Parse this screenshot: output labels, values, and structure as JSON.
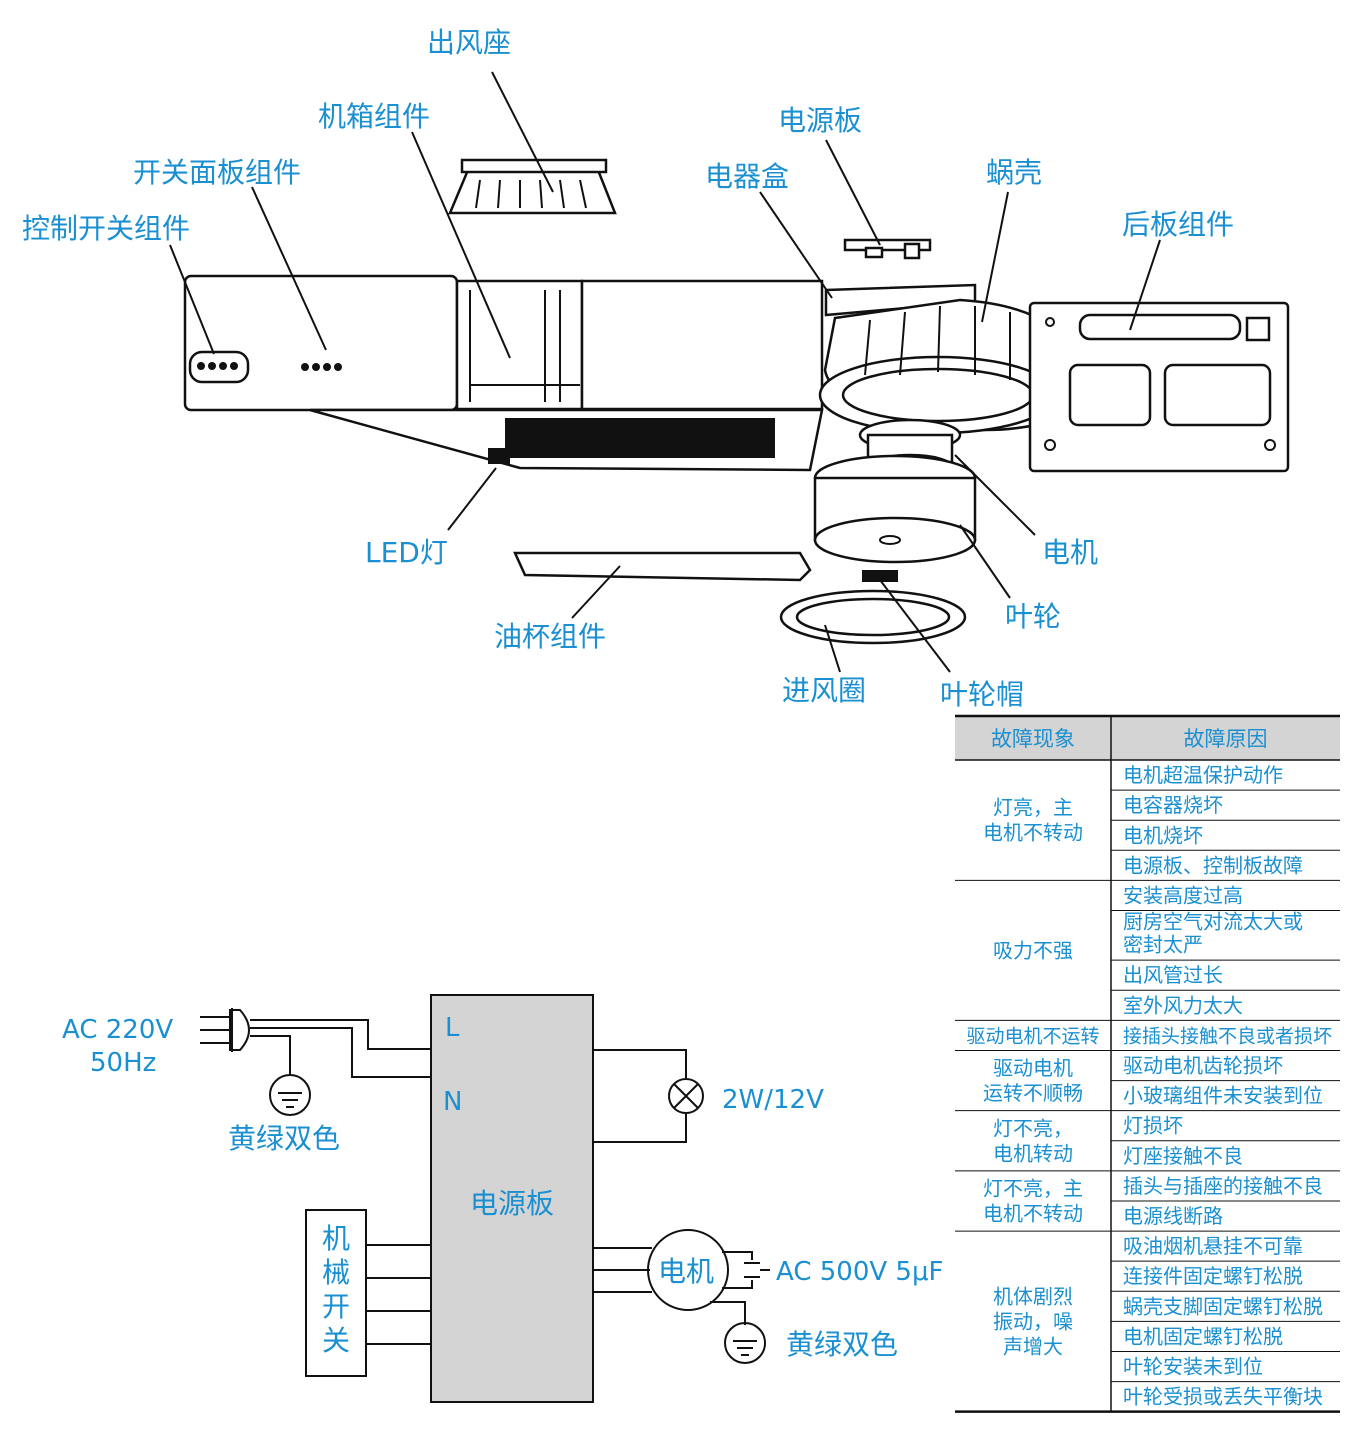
{
  "exploded_view": {
    "labels": {
      "outlet_seat": "出风座",
      "cabinet": "机箱组件",
      "switch_panel": "开关面板组件",
      "control_switch": "控制开关组件",
      "power_board": "电源板",
      "electrical_box": "电器盒",
      "volute": "蜗壳",
      "back_plate": "后板组件",
      "led_lamp": "LED灯",
      "oil_cup": "油杯组件",
      "motor": "电机",
      "impeller": "叶轮",
      "inlet_ring": "进风圈",
      "impeller_cap": "叶轮帽"
    }
  },
  "circuit": {
    "ac_source_line1": "AC 220V",
    "ac_source_line2": "50Hz",
    "terminal_l": "L",
    "terminal_n": "N",
    "ground_left": "黄绿双色",
    "lamp": "2W/12V",
    "power_board": "电源板",
    "mech_switch": [
      "机",
      "械",
      "开",
      "关"
    ],
    "motor": "电机",
    "capacitor": "AC 500V 5μF",
    "ground_right": "黄绿双色"
  },
  "fault_table": {
    "headers": [
      "故障现象",
      "故障原因"
    ],
    "groups": [
      {
        "symptom": [
          "灯亮，主",
          "电机不转动"
        ],
        "causes": [
          "电机超温保护动作",
          "电容器烧坏",
          "电机烧坏",
          "电源板、控制板故障"
        ]
      },
      {
        "symptom": [
          "吸力不强"
        ],
        "causes": [
          "安装高度过高",
          "厨房空气对流太大或\n密封太严",
          "出风管过长",
          "室外风力太大"
        ]
      },
      {
        "symptom": [
          "驱动电机不运转"
        ],
        "causes": [
          "接插头接触不良或者损坏"
        ]
      },
      {
        "symptom": [
          "驱动电机",
          "运转不顺畅"
        ],
        "causes": [
          "驱动电机齿轮损坏",
          "小玻璃组件未安装到位"
        ]
      },
      {
        "symptom": [
          "灯不亮，",
          "电机转动"
        ],
        "causes": [
          "灯损坏",
          "灯座接触不良"
        ]
      },
      {
        "symptom": [
          "灯不亮，主",
          "电机不转动"
        ],
        "causes": [
          "插头与插座的接触不良",
          "电源线断路"
        ]
      },
      {
        "symptom": [
          "机体剧烈",
          "振动，噪",
          "声增大"
        ],
        "causes": [
          "吸油烟机悬挂不可靠",
          "连接件固定螺钉松脱",
          "蜗壳支脚固定螺钉松脱",
          "电机固定螺钉松脱",
          "叶轮安装未到位",
          "叶轮受损或丢失平衡块"
        ]
      }
    ]
  }
}
